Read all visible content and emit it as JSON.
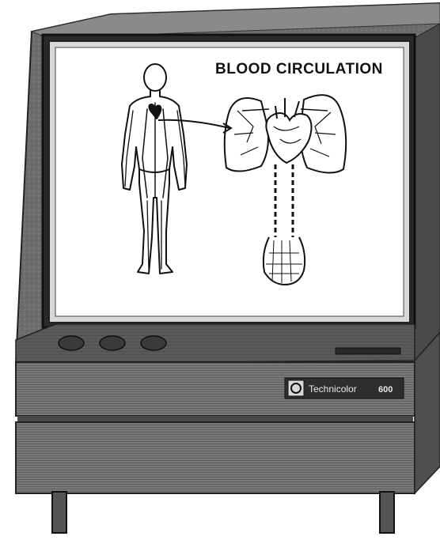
{
  "screen": {
    "title": "BLOOD CIRCULATION"
  },
  "brand": {
    "name": "Technicolor",
    "model": "600"
  },
  "colors": {
    "cabinet_dark": "#3a3a3a",
    "cabinet_mid": "#6a6a6a",
    "screen_bg": "#ffffff",
    "ink": "#111111"
  }
}
